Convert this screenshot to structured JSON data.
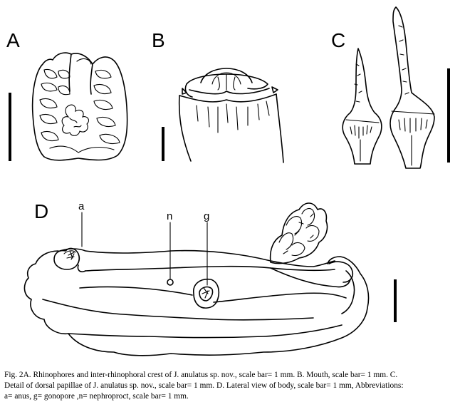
{
  "panels": {
    "A": "A",
    "B": "B",
    "C": "C",
    "D": "D"
  },
  "labels": {
    "anus": "a",
    "nephroproct": "n",
    "gonopore": "g"
  },
  "caption": {
    "line1": "Fig. 2A. Rhinophores and inter-rhinophoral crest of J. anulatus sp. nov., scale bar= 1 mm. B. Mouth, scale bar= 1 mm. C.",
    "line2": "Detail of dorsal papillae of J. anulatus sp. nov., scale bar= 1 mm. D. Lateral view of body, scale bar= 1 mm, Abbreviations:",
    "line3": "a= anus, g= gonopore ,n= nephroproct, scale bar= 1 mm."
  }
}
